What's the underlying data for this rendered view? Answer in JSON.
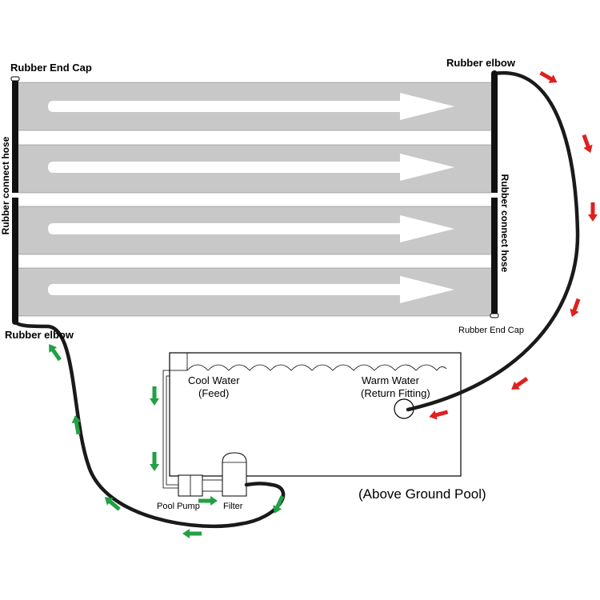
{
  "labels": {
    "end_cap_top_left": "Rubber End Cap",
    "elbow_top_right": "Rubber elbow",
    "connect_hose_left": "Rubber connect hose",
    "connect_hose_right": "Rubber connect hose",
    "elbow_bottom_left": "Rubber elbow",
    "end_cap_bottom_right": "Rubber End Cap",
    "cool_water": "Cool Water",
    "cool_water_sub": "(Feed)",
    "warm_water": "Warm Water",
    "warm_water_sub": "(Return Fitting)",
    "pool_pump": "Pool Pump",
    "filter": "Filter",
    "pool_caption": "(Above Ground Pool)"
  },
  "colors": {
    "panel_fill": "#c8c8c8",
    "panel_arrow": "#ffffff",
    "hose": "#1a1a1a",
    "hot_flow": "#e02020",
    "cold_flow": "#22a043",
    "outline": "#000000"
  },
  "icons": {
    "hot_flow_arrow": "red-arrow-icon",
    "cold_flow_arrow": "green-arrow-icon",
    "panel_flow_arrow": "white-arrow-icon"
  }
}
